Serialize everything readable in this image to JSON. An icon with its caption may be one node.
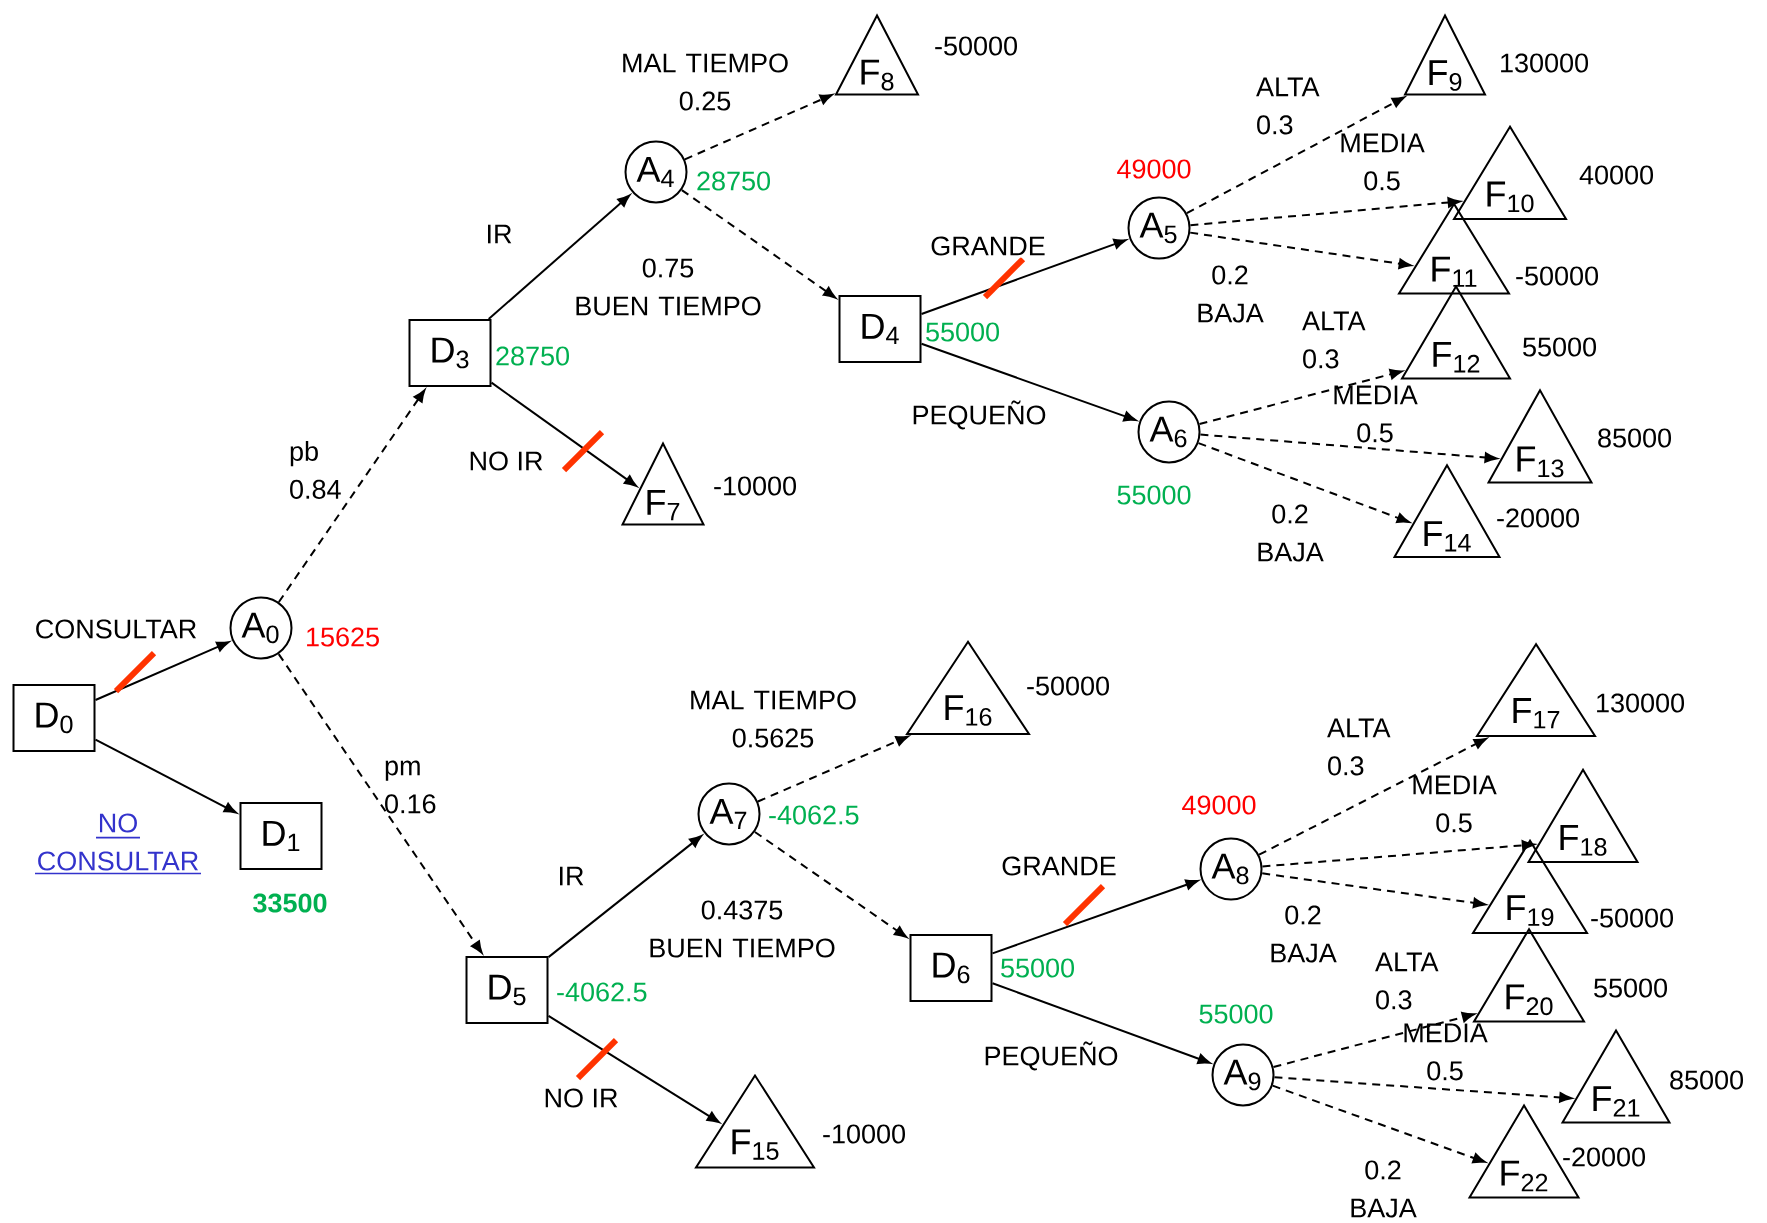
{
  "diagram": {
    "nodes": [
      {
        "text": [
          "D$_{0}$"
        ]
      },
      {
        "text": [
          "A$_{0}$"
        ],
        "beside": [
          "15625"
        ]
      },
      {
        "text": [
          "D$_{1}$"
        ],
        "beside": [
          "33500"
        ]
      },
      {
        "text": [
          "D$_{3}$"
        ],
        "beside": [
          "28750"
        ]
      },
      {
        "text": [
          "A$_{4}$"
        ],
        "beside": [
          "28750"
        ]
      },
      {
        "text": [
          "F$_{8}$"
        ],
        "beside": [
          "-50000"
        ]
      },
      {
        "text": [
          "D$_{4}$"
        ],
        "beside": [
          "55000"
        ]
      },
      {
        "text": [
          "F$_{7}$"
        ],
        "beside": [
          "-10000"
        ]
      },
      {
        "text": [
          "A$_{5}$"
        ],
        "beside": [
          "49000"
        ]
      },
      {
        "text": [
          "A$_{6}$"
        ],
        "beside": [
          "55000"
        ]
      },
      {
        "text": [
          "F$_{9}$"
        ],
        "beside": [
          "130000"
        ]
      },
      {
        "text": [
          "F$_{10}$"
        ],
        "beside": [
          "40000"
        ]
      },
      {
        "text": [
          "F$_{11}$"
        ],
        "beside": [
          "-50000"
        ]
      },
      {
        "text": [
          "F$_{12}$"
        ],
        "beside": [
          "55000"
        ]
      },
      {
        "text": [
          "F$_{13}$"
        ],
        "beside": [
          "85000"
        ]
      },
      {
        "text": [
          "F$_{14}$"
        ],
        "beside": [
          "-20000"
        ]
      },
      {
        "text": [
          "D$_{5}$"
        ],
        "beside": [
          "-4062.5"
        ]
      },
      {
        "text": [
          "A$_{7}$"
        ],
        "beside": [
          "-4062.5"
        ]
      },
      {
        "text": [
          "F$_{16}$"
        ],
        "beside": [
          "-50000"
        ]
      },
      {
        "text": [
          "D$_{6}$"
        ],
        "beside": [
          "55000"
        ]
      },
      {
        "text": [
          "F$_{15}$"
        ],
        "beside": [
          "-10000"
        ]
      },
      {
        "text": [
          "A$_{8}$"
        ],
        "beside": [
          "49000"
        ]
      },
      {
        "text": [
          "A$_{9}$"
        ],
        "beside": [
          "55000"
        ]
      },
      {
        "text": [
          "F$_{17}$"
        ],
        "beside": [
          "130000"
        ]
      },
      {
        "text": [
          "F$_{18}$"
        ]
      },
      {
        "text": [
          "F$_{19}$"
        ],
        "beside": [
          "-50000"
        ]
      },
      {
        "text": [
          "F$_{20}$"
        ],
        "beside": [
          "55000"
        ]
      },
      {
        "text": [
          "F$_{21}$"
        ],
        "beside": [
          "85000"
        ]
      },
      {
        "text": [
          "F$_{22}$"
        ],
        "beside": [
          "-20000"
        ]
      }
    ],
    "edges": [
      {
        "from": 0,
        "to": 1,
        "arrow": "to",
        "label": "CONSULTAR"
      },
      {
        "from": 0,
        "to": 2,
        "arrow": "to",
        "label": "NO CONSULTAR"
      },
      {
        "from": 1,
        "to": 3,
        "arrow": "to",
        "label": "pb 0.84",
        "style": "dashed"
      },
      {
        "from": 1,
        "to": 16,
        "arrow": "to",
        "label": "pm 0.16",
        "style": "dashed"
      },
      {
        "from": 3,
        "to": 4,
        "arrow": "to",
        "label": "IR"
      },
      {
        "from": 3,
        "to": 7,
        "arrow": "to",
        "label": "NO IR"
      },
      {
        "from": 4,
        "to": 5,
        "arrow": "to",
        "label": "MAL TIEMPO 0.25",
        "style": "dashed"
      },
      {
        "from": 4,
        "to": 6,
        "arrow": "to",
        "label": "0.75 BUEN TIEMPO",
        "style": "dashed"
      },
      {
        "from": 6,
        "to": 8,
        "arrow": "to",
        "label": "GRANDE"
      },
      {
        "from": 6,
        "to": 9,
        "arrow": "to",
        "label": "PEQUEÑO"
      },
      {
        "from": 8,
        "to": 10,
        "arrow": "to",
        "label": "ALTA 0.3",
        "style": "dashed"
      },
      {
        "from": 8,
        "to": 11,
        "arrow": "to",
        "label": "MEDIA 0.5",
        "style": "dashed"
      },
      {
        "from": 8,
        "to": 12,
        "arrow": "to",
        "label": "0.2 BAJA",
        "style": "dashed"
      },
      {
        "from": 9,
        "to": 13,
        "arrow": "to",
        "label": "ALTA 0.3",
        "style": "dashed"
      },
      {
        "from": 9,
        "to": 14,
        "arrow": "to",
        "label": "MEDIA 0.5",
        "style": "dashed"
      },
      {
        "from": 9,
        "to": 15,
        "arrow": "to",
        "label": "0.2 BAJA",
        "style": "dashed"
      },
      {
        "from": 16,
        "to": 17,
        "arrow": "to",
        "label": "IR"
      },
      {
        "from": 16,
        "to": 20,
        "arrow": "to",
        "label": "NO IR"
      },
      {
        "from": 17,
        "to": 18,
        "arrow": "to",
        "label": "MAL TIEMPO 0.5625",
        "style": "dashed"
      },
      {
        "from": 17,
        "to": 19,
        "arrow": "to",
        "label": "0.4375 BUEN TIEMPO",
        "style": "dashed"
      },
      {
        "from": 19,
        "to": 21,
        "arrow": "to",
        "label": "GRANDE"
      },
      {
        "from": 19,
        "to": 22,
        "arrow": "to",
        "label": "PEQUEÑO"
      },
      {
        "from": 21,
        "to": 23,
        "arrow": "to",
        "label": "ALTA 0.3",
        "style": "dashed"
      },
      {
        "from": 21,
        "to": 24,
        "arrow": "to",
        "label": "MEDIA 0.5",
        "style": "dashed"
      },
      {
        "from": 21,
        "to": 25,
        "arrow": "to",
        "label": "0.2 BAJA",
        "style": "dashed"
      },
      {
        "from": 22,
        "to": 26,
        "arrow": "to",
        "label": "ALTA 0.3",
        "style": "dashed"
      },
      {
        "from": 22,
        "to": 27,
        "arrow": "to",
        "label": "MEDIA 0.5",
        "style": "dashed"
      },
      {
        "from": 22,
        "to": 28,
        "arrow": "to",
        "label": "0.2 BAJA",
        "style": "dashed"
      }
    ]
  }
}
